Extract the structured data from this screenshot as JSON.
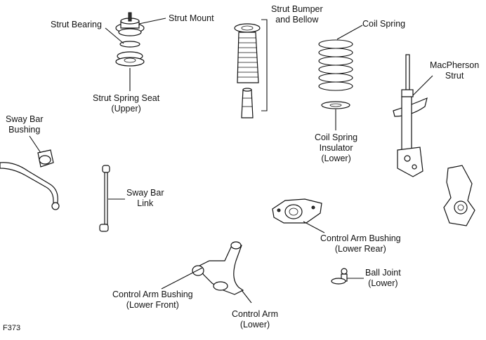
{
  "figure_id": "F373",
  "labels": {
    "strut_mount": "Strut Mount",
    "strut_bearing": "Strut Bearing",
    "strut_spring_seat": [
      "Strut Spring Seat",
      "(Upper)"
    ],
    "strut_bumper": [
      "Strut Bumper",
      "and Bellow"
    ],
    "coil_spring": "Coil Spring",
    "coil_spring_insulator": [
      "Coil Spring",
      "Insulator",
      "(Lower)"
    ],
    "macpherson_strut": [
      "MacPherson",
      "Strut"
    ],
    "sway_bar_bushing": [
      "Sway Bar",
      "Bushing"
    ],
    "sway_bar_link": [
      "Sway Bar",
      "Link"
    ],
    "control_arm_bushing_rear": [
      "Control Arm Bushing",
      "(Lower Rear)"
    ],
    "ball_joint": [
      "Ball Joint",
      "(Lower)"
    ],
    "control_arm_bushing_front": [
      "Control Arm Bushing",
      "(Lower Front)"
    ],
    "control_arm": [
      "Control Arm",
      "(Lower)"
    ]
  }
}
